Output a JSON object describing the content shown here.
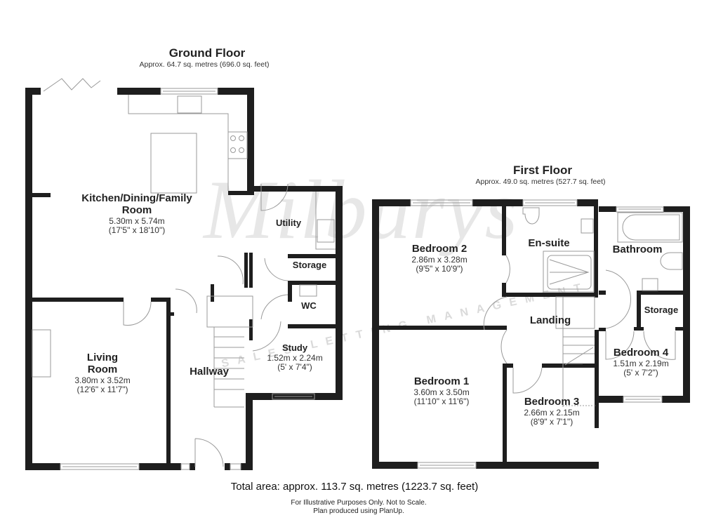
{
  "ground_floor": {
    "title": "Ground Floor",
    "area": "Approx. 64.7 sq. metres (696.0 sq. feet)",
    "rooms": [
      {
        "name": "Kitchen/Dining/Family",
        "name2": "Room",
        "dim_m": "5.30m x 5.74m",
        "dim_ft": "(17'5\" x 18'10\")"
      },
      {
        "name": "Utility"
      },
      {
        "name": "Storage"
      },
      {
        "name": "WC"
      },
      {
        "name": "Study",
        "dim_m": "1.52m x 2.24m",
        "dim_ft": "(5' x 7'4\")"
      },
      {
        "name": "Living",
        "name2": "Room",
        "dim_m": "3.80m x 3.52m",
        "dim_ft": "(12'6\" x 11'7\")"
      },
      {
        "name": "Hallway"
      }
    ]
  },
  "first_floor": {
    "title": "First Floor",
    "area": "Approx. 49.0 sq. metres (527.7 sq. feet)",
    "rooms": [
      {
        "name": "Bedroom 2",
        "dim_m": "2.86m x 3.28m",
        "dim_ft": "(9'5\" x 10'9\")"
      },
      {
        "name": "En-suite"
      },
      {
        "name": "Bathroom"
      },
      {
        "name": "Storage"
      },
      {
        "name": "Landing"
      },
      {
        "name": "Bedroom 4",
        "dim_m": "1.51m x 2.19m",
        "dim_ft": "(5' x 7'2\")"
      },
      {
        "name": "Bedroom 1",
        "dim_m": "3.60m x 3.50m",
        "dim_ft": "(11'10\" x 11'6\")"
      },
      {
        "name": "Bedroom 3",
        "dim_m": "2.66m x 2.15m",
        "dim_ft": "(8'9\" x 7'1\")"
      }
    ]
  },
  "footer": {
    "total": "Total area: approx. 113.7 sq. metres (1223.7 sq. feet)",
    "disclaimer1": "For Illustrative Purposes Only. Not to Scale.",
    "disclaimer2": "Plan produced using PlanUp."
  },
  "watermark": {
    "brand": "Milburys",
    "tagline": "SALES LETTING MANAGEMENT"
  },
  "colors": {
    "wall": "#1e1e1e",
    "fixture": "#888888",
    "background": "#ffffff"
  }
}
